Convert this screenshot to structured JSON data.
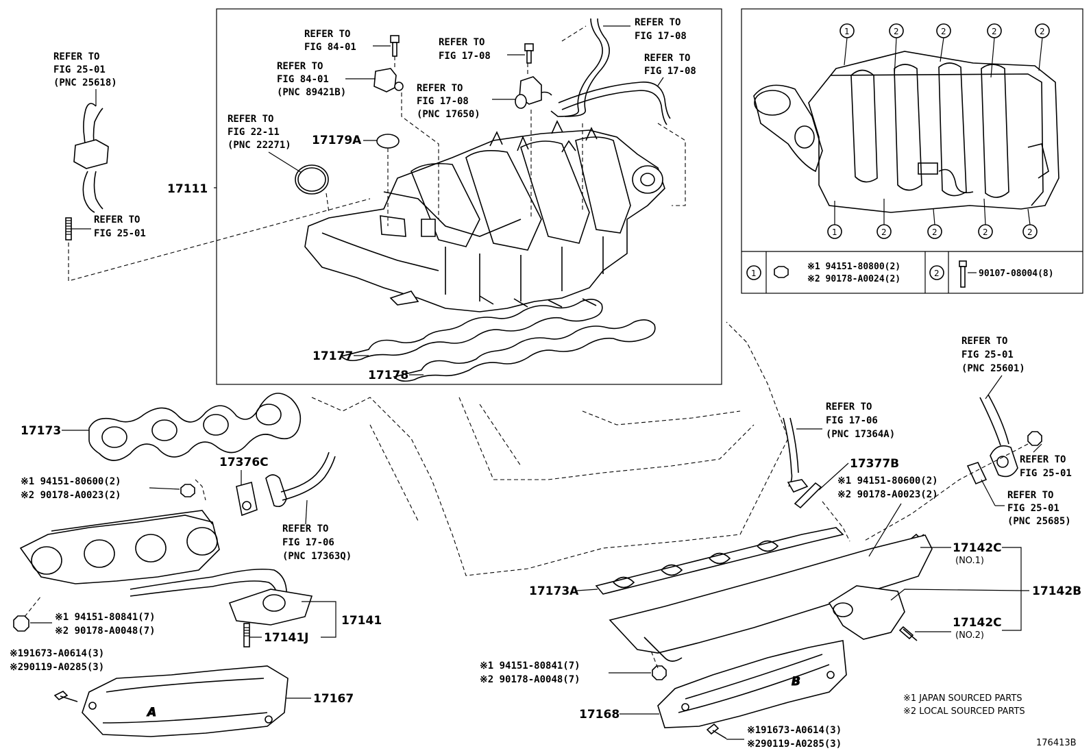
{
  "ref": {
    "r1": [
      "REFER TO",
      "FIG 25-01",
      "(PNC 25618)"
    ],
    "r2": [
      "REFER TO",
      "FIG 25-01"
    ],
    "r3": [
      "REFER TO",
      "FIG 84-01"
    ],
    "r4": [
      "REFER TO",
      "FIG 84-01",
      "(PNC 89421B)"
    ],
    "r5": [
      "REFER TO",
      "FIG 22-11",
      "(PNC 22271)"
    ],
    "r6": [
      "REFER TO",
      "FIG 17-08"
    ],
    "r7": [
      "REFER TO",
      "FIG 17-08",
      "(PNC 17650)"
    ],
    "r8": [
      "REFER TO",
      "FIG 17-08"
    ],
    "r9": [
      "REFER TO",
      "FIG 17-08"
    ],
    "r10": [
      "REFER TO",
      "FIG 25-01",
      "(PNC 25601)"
    ],
    "r11": [
      "REFER TO",
      "FIG 17-06",
      "(PNC 17364A)"
    ],
    "r12": [
      "REFER TO",
      "FIG 25-01"
    ],
    "r13": [
      "REFER TO",
      "FIG 25-01",
      "(PNC 25685)"
    ],
    "r14": [
      "REFER TO",
      "FIG 17-06",
      "(PNC 17363Q)"
    ]
  },
  "parts": {
    "p17111": "17111",
    "p17179A": "17179A",
    "p17177": "17177",
    "p17178": "17178",
    "p17173": "17173",
    "p17376C": "17376C",
    "p17377B": "17377B",
    "p17173A": "17173A",
    "p17141": "17141",
    "p17141J": "17141J",
    "p17167": "17167",
    "p17168": "17168",
    "p17142B": "17142B",
    "p17142C_1": "17142C",
    "p17142C_1_sub": "(NO.1)",
    "p17142C_2": "17142C",
    "p17142C_2_sub": "(NO.2)"
  },
  "fasteners": {
    "nutA": [
      "※1  94151-80600(2)",
      "※2  90178-A0023(2)"
    ],
    "nutB": [
      "※1  94151-80600(2)",
      "※2  90178-A0023(2)"
    ],
    "nutC": [
      "※1  94151-80841(7)",
      "※2  90178-A0048(7)"
    ],
    "nutD": [
      "※1  94151-80841(7)",
      "※2  90178-A0048(7)"
    ],
    "boltL": [
      "※191673-A0614(3)",
      "※290119-A0285(3)"
    ],
    "boltR": [
      "※191673-A0614(3)",
      "※290119-A0285(3)"
    ]
  },
  "inset": {
    "circle1": "1",
    "circle2": "2",
    "legend1": [
      "※1 94151-80800(2)",
      "※2 90178-A0024(2)"
    ],
    "legend2": "90107-08004(8)"
  },
  "notes": [
    "※1 JAPAN SOURCED PARTS",
    "※2 LOCAL SOURCED PARTS"
  ],
  "diagram_id": "176413B"
}
